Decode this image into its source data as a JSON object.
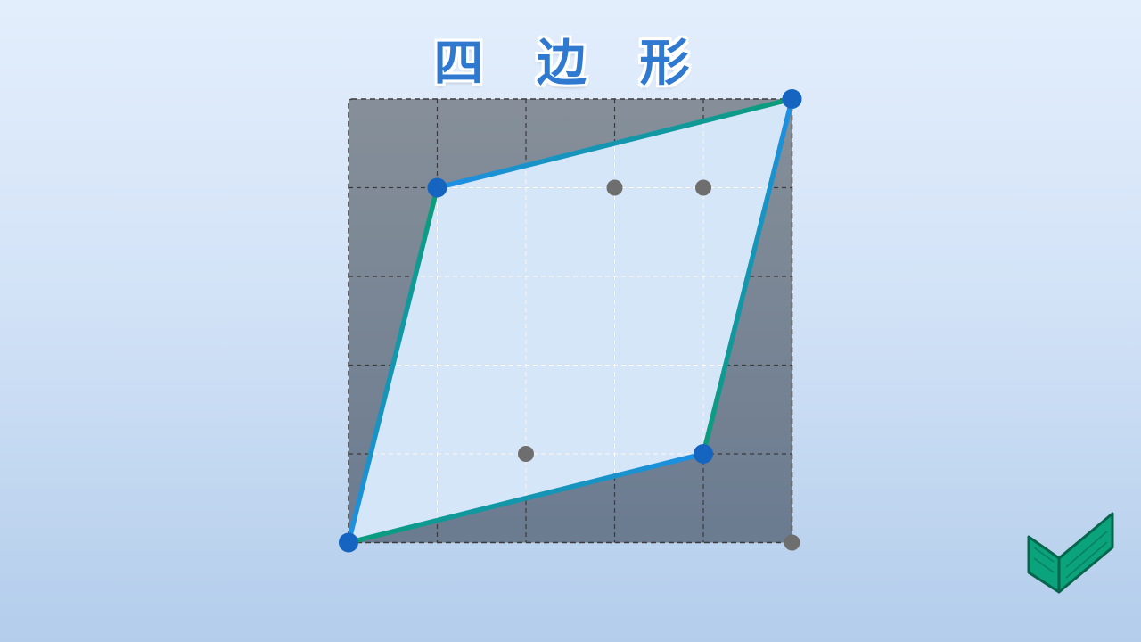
{
  "title": "四 边 形",
  "colors": {
    "board_fill": "#6f7d8f",
    "grid_line": "#3b3b3b",
    "inner_grid_line": "#ffffff",
    "edge_blue": "#1e8fe6",
    "edge_green": "#0a9d78",
    "vertex": "#1565c0",
    "dot": "#6e6e6e",
    "check_fill": "#0aa37c",
    "check_dark": "#06664c"
  },
  "grid": {
    "cols": 5,
    "rows": 5
  },
  "quadrilateral": {
    "vertices": [
      [
        0,
        5
      ],
      [
        1,
        1
      ],
      [
        5,
        0
      ],
      [
        4,
        4
      ]
    ]
  },
  "grid_dots": [
    [
      3,
      1
    ],
    [
      4,
      1
    ],
    [
      2,
      4
    ],
    [
      5,
      5
    ]
  ],
  "check_icon": "checkmark-icon"
}
